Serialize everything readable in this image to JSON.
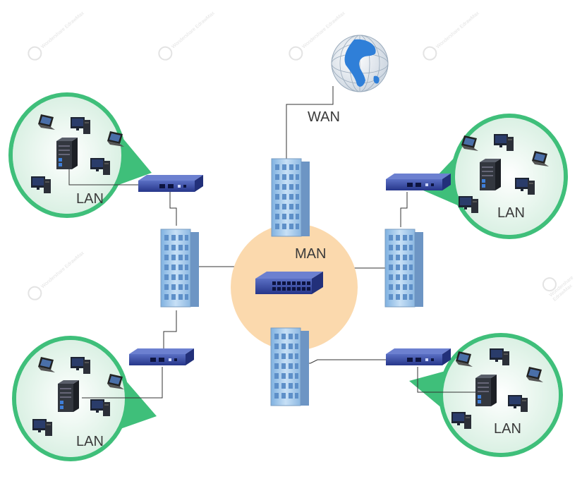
{
  "labels": {
    "wan": "WAN",
    "man": "MAN",
    "lan": "LAN"
  },
  "colors": {
    "lan_bubble_border": "#3fbf7a",
    "lan_bubble_fill": "#eaf6ef",
    "man_circle": "#fbd9ad",
    "switch": "#3a4fa8",
    "building": "#9cc3e8",
    "line": "#333333"
  },
  "watermark_text": "Wondershare EdrawMax"
}
